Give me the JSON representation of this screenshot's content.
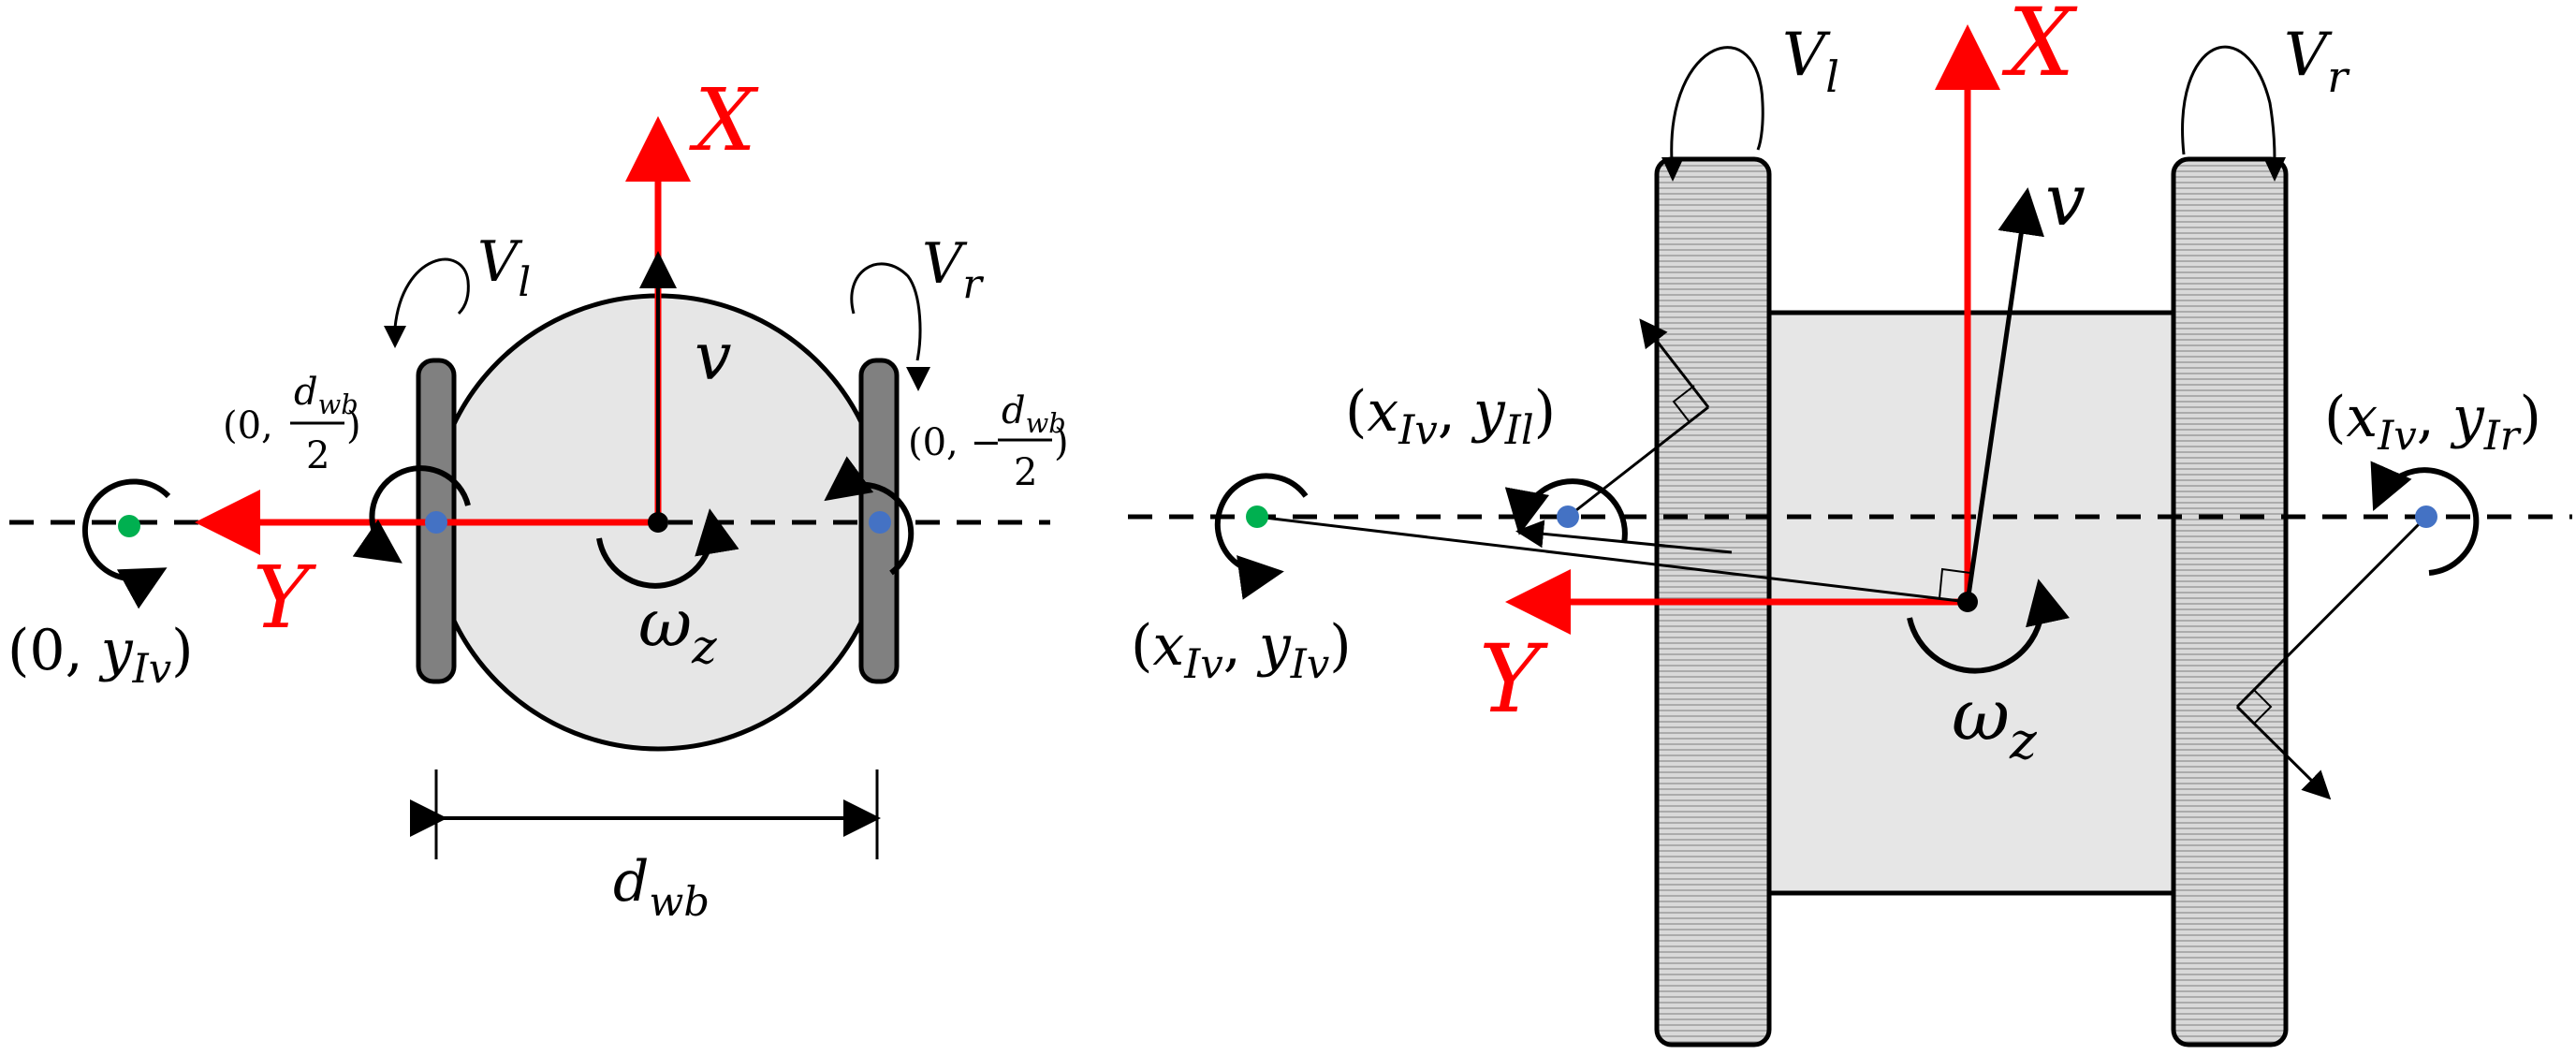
{
  "colors": {
    "axis": "#ff0000",
    "ink": "#000000",
    "body_fill": "#e6e6e6",
    "wheel_side": "#808080",
    "wheel_top": "#d9d9d9",
    "contact_point": "#4472c4",
    "icr_point": "#00b050"
  },
  "left_view": {
    "axis_x": "X",
    "axis_y": "Y",
    "velocity": "v",
    "omega": "ω",
    "omega_sub": "z",
    "v_left": "V",
    "v_left_sub": "l",
    "v_right": "V",
    "v_right_sub": "r",
    "left_contact_open": "(0,",
    "left_contact_num": "d",
    "left_contact_num_sub": "wb",
    "left_contact_den": "2",
    "left_contact_close": ")",
    "right_contact_open": "(0, −",
    "right_contact_num": "d",
    "right_contact_num_sub": "wb",
    "right_contact_den": "2",
    "right_contact_close": ")",
    "icr_open": "(0, ",
    "icr_var": "y",
    "icr_sub": "Iv",
    "icr_close": ")",
    "width_label": "d",
    "width_label_sub": "wb"
  },
  "right_view": {
    "axis_x": "X",
    "axis_y": "Y",
    "velocity": "v",
    "omega": "ω",
    "omega_sub": "z",
    "v_left": "V",
    "v_left_sub": "l",
    "v_right": "V",
    "v_right_sub": "r",
    "icr_open": "(",
    "icr_x": "x",
    "icr_x_sub": "Iv",
    "icr_sep": ", ",
    "icr_y": "y",
    "icr_y_sub": "Iv",
    "icr_close": ")",
    "left_open": "(",
    "left_x": "x",
    "left_x_sub": "Iv",
    "left_sep": ", ",
    "left_y": "y",
    "left_y_sub": "Il",
    "left_close": ")",
    "right_open": "(",
    "right_x": "x",
    "right_x_sub": "Iv",
    "right_sep": ", ",
    "right_y": "y",
    "right_y_sub": "Ir",
    "right_close": ")"
  }
}
